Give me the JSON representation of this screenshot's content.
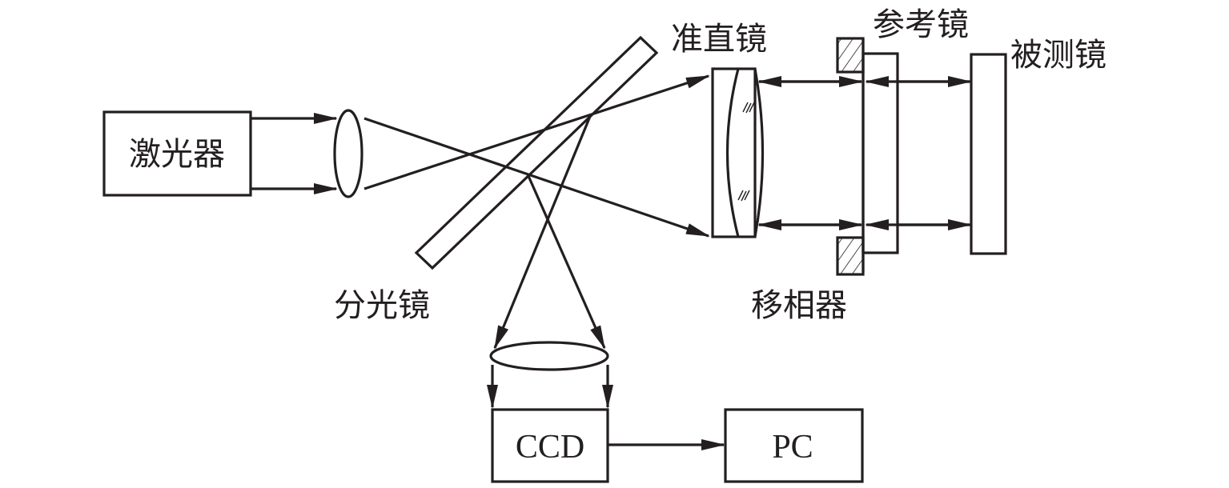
{
  "diagram": {
    "labels": {
      "laser": "激光器",
      "collimator": "准直镜",
      "reference_mirror": "参考镜",
      "test_mirror": "被测镜",
      "beam_splitter": "分光镜",
      "phase_shifter": "移相器",
      "ccd": "CCD",
      "pc": "PC"
    },
    "colors": {
      "stroke": "#231f20",
      "background": "#ffffff"
    }
  }
}
